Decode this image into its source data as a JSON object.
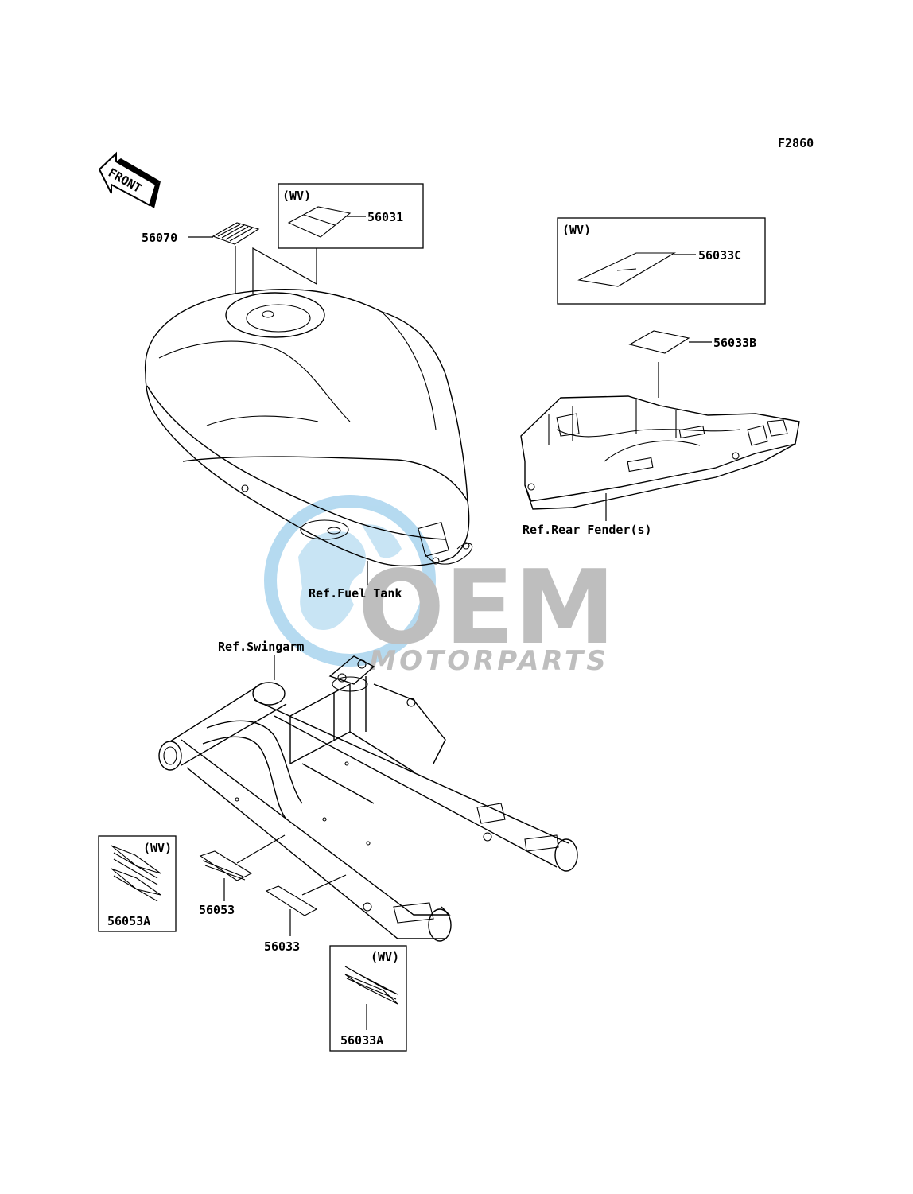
{
  "figure_code": "F2860",
  "front_arrow_text": "FRONT",
  "variant_marker": "(WV)",
  "watermark": {
    "brand": "OEM",
    "tagline": "MOTORPARTS",
    "colors": {
      "globe": "#a9d4ee",
      "text": "#b3b3b3"
    }
  },
  "parts": [
    "56070",
    "56031",
    "56033C",
    "56033B",
    "56053A",
    "56053",
    "56033",
    "56033A"
  ],
  "references": [
    "Ref.Fuel Tank",
    "Ref.Rear Fender(s)",
    "Ref.Swingarm"
  ]
}
